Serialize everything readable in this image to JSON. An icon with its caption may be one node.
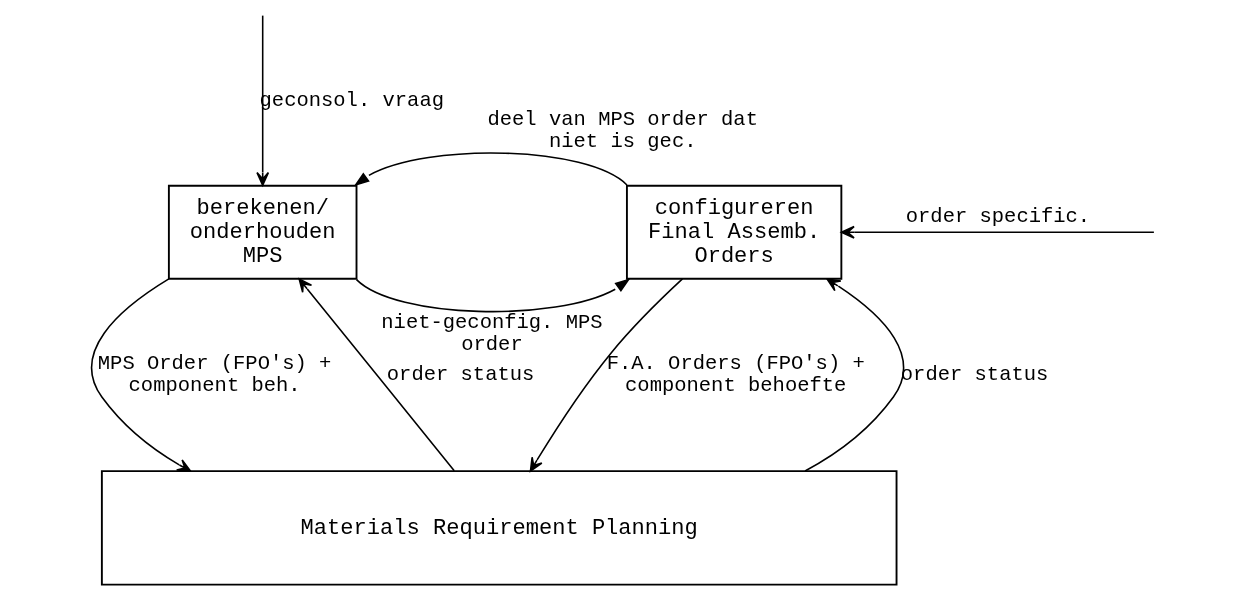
{
  "diagram": {
    "nodes": [
      {
        "text": [
          "berekenen/ onderhouden MPS"
        ]
      },
      {
        "text": [
          "configureren Final Assemb. Orders"
        ]
      },
      {
        "text": [
          "Materials Requirement Planning"
        ]
      }
    ],
    "edges": [
      {
        "from": null,
        "to": 0,
        "arrow": "to",
        "label": "geconsol. vraag"
      },
      {
        "from": 1,
        "to": 0,
        "arrow": "to",
        "label": "deel van MPS order dat niet is gec."
      },
      {
        "from": 0,
        "to": 1,
        "arrow": "to",
        "label": "niet-geconfig. MPS order"
      },
      {
        "from": null,
        "to": 1,
        "arrow": "to",
        "label": "order specific."
      },
      {
        "from": 2,
        "to": 0,
        "arrow": "to",
        "label": "order status"
      },
      {
        "from": 0,
        "to": 2,
        "arrow": "to",
        "label": "MPS Order (FPO's) + component beh."
      },
      {
        "from": 2,
        "to": 1,
        "arrow": "to",
        "label": "order status"
      },
      {
        "from": 1,
        "to": 2,
        "arrow": "to",
        "label": "F.A. Orders (FPO's) + component behoefte"
      }
    ]
  }
}
